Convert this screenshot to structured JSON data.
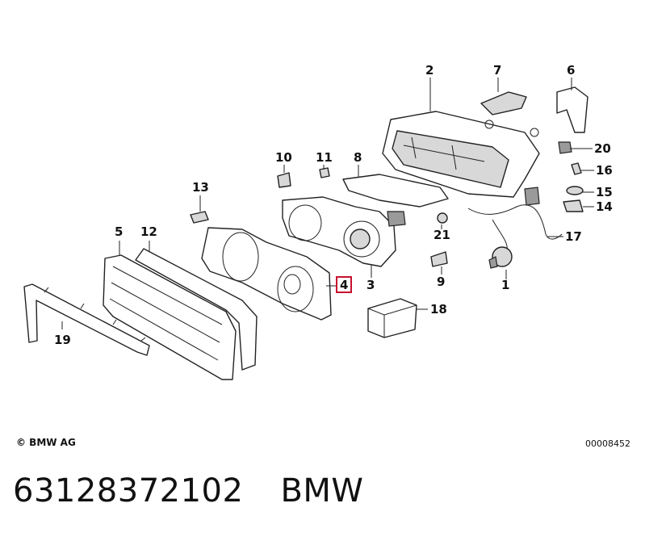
{
  "diagram": {
    "callouts": [
      {
        "id": "1",
        "label": "1"
      },
      {
        "id": "2",
        "label": "2"
      },
      {
        "id": "3",
        "label": "3"
      },
      {
        "id": "4",
        "label": "4",
        "highlighted": true
      },
      {
        "id": "5",
        "label": "5"
      },
      {
        "id": "6",
        "label": "6"
      },
      {
        "id": "7",
        "label": "7"
      },
      {
        "id": "8",
        "label": "8"
      },
      {
        "id": "9",
        "label": "9"
      },
      {
        "id": "10",
        "label": "10"
      },
      {
        "id": "11",
        "label": "11"
      },
      {
        "id": "12",
        "label": "12"
      },
      {
        "id": "13",
        "label": "13"
      },
      {
        "id": "14",
        "label": "14"
      },
      {
        "id": "15",
        "label": "15"
      },
      {
        "id": "16",
        "label": "16"
      },
      {
        "id": "17",
        "label": "17"
      },
      {
        "id": "18",
        "label": "18"
      },
      {
        "id": "19",
        "label": "19"
      },
      {
        "id": "20",
        "label": "20"
      },
      {
        "id": "21",
        "label": "21"
      }
    ],
    "highlight_color": "#c8102e"
  },
  "copyright": "© BMW AG",
  "reference_number": "00008452",
  "footer": {
    "part_number": "63128372102",
    "brand": "BMW"
  }
}
